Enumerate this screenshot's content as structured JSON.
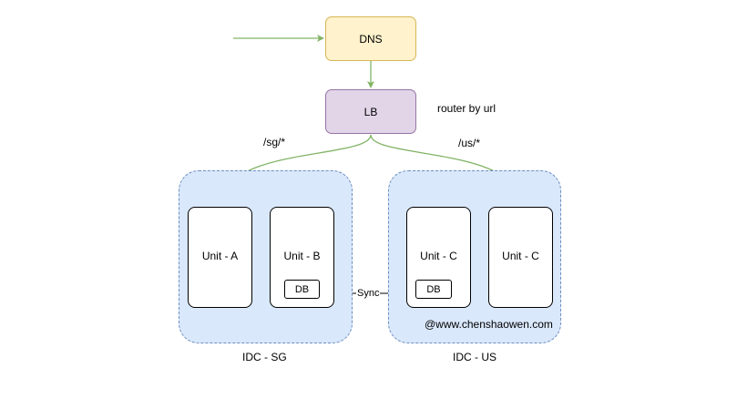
{
  "nodes": {
    "dns": "DNS",
    "lb": "LB"
  },
  "annotations": {
    "router": "router  by url",
    "sg_route": "/sg/*",
    "us_route": "/us/*",
    "sync": "Sync",
    "watermark": "@www.chenshaowen.com"
  },
  "idcs": [
    {
      "label": "IDC - SG",
      "units": [
        "Unit - A",
        "Unit - B"
      ],
      "db": "DB"
    },
    {
      "label": "IDC - US",
      "units": [
        "Unit - C",
        "Unit - C"
      ],
      "db": "DB"
    }
  ],
  "colors": {
    "dns_fill": "#fff2cc",
    "dns_stroke": "#d6b656",
    "lb_fill": "#e1d5e7",
    "lb_stroke": "#9673a6",
    "idc_fill": "#dae8fc",
    "idc_stroke": "#6c8ebf",
    "arrow_green": "#82b366"
  }
}
